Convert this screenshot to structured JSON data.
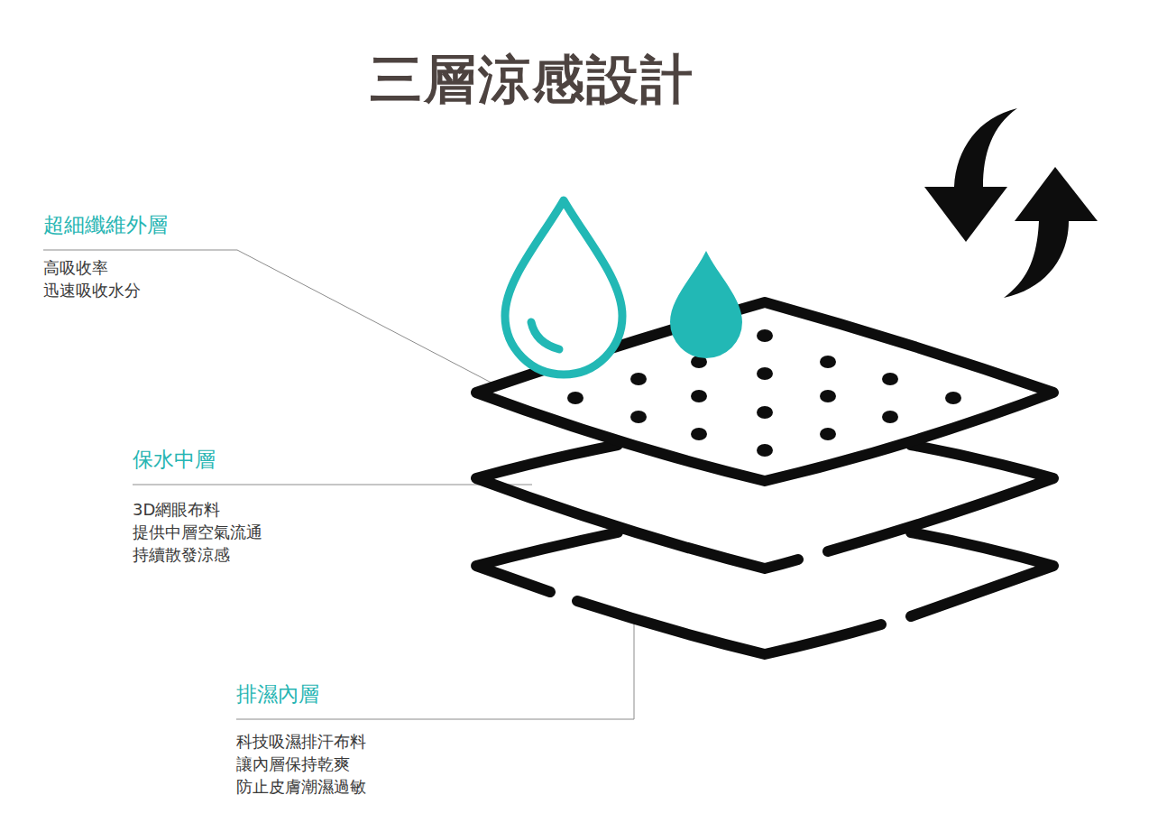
{
  "diagram": {
    "title": "三層涼感設計",
    "labels": [
      "超細纖維外層",
      "高吸收率 迅速吸收水分",
      "保水中層",
      "3D網眼布料 提供中層空氣流通 持續散發涼感",
      "排濕內層",
      "科技吸濕排汗布料 讓內層保持乾爽 防止皮膚潮濕過敏"
    ]
  }
}
